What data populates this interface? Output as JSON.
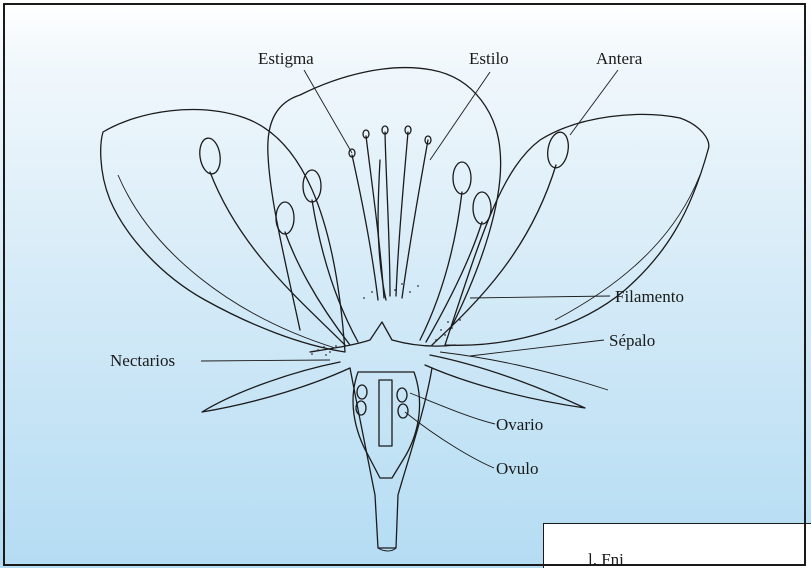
{
  "labels": {
    "estigma": "Estigma",
    "estilo": "Estilo",
    "antera": "Antera",
    "filamento": "Filamento",
    "sepalo": "Sépalo",
    "nectarios": "Nectarios",
    "ovario": "Ovario",
    "ovulo": "Ovulo"
  },
  "panel": {
    "partial_text": "l. Fni"
  },
  "colors": {
    "ink": "#1b1b1b",
    "bg_top": "#ffffff",
    "bg_bottom": "#b4dcf3"
  }
}
